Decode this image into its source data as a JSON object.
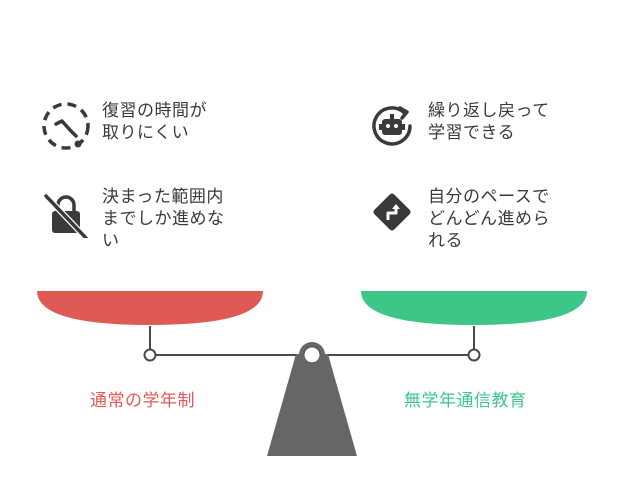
{
  "left": {
    "label": "通常の学年制",
    "color": "#e05a55",
    "items": [
      {
        "text": "復習の時間が\n取りにくい",
        "icon": "dashed-clock-icon"
      },
      {
        "text": "決まった範囲内\nまでしか進めな\nい",
        "icon": "lock-disabled-icon"
      }
    ]
  },
  "right": {
    "label": "無学年通信教育",
    "color": "#3ec688",
    "items": [
      {
        "text": "繰り返し戻って\n学習できる",
        "icon": "robot-refresh-icon"
      },
      {
        "text": "自分のペースで\nどんどん進めら\nれる",
        "icon": "route-sign-icon"
      }
    ]
  }
}
